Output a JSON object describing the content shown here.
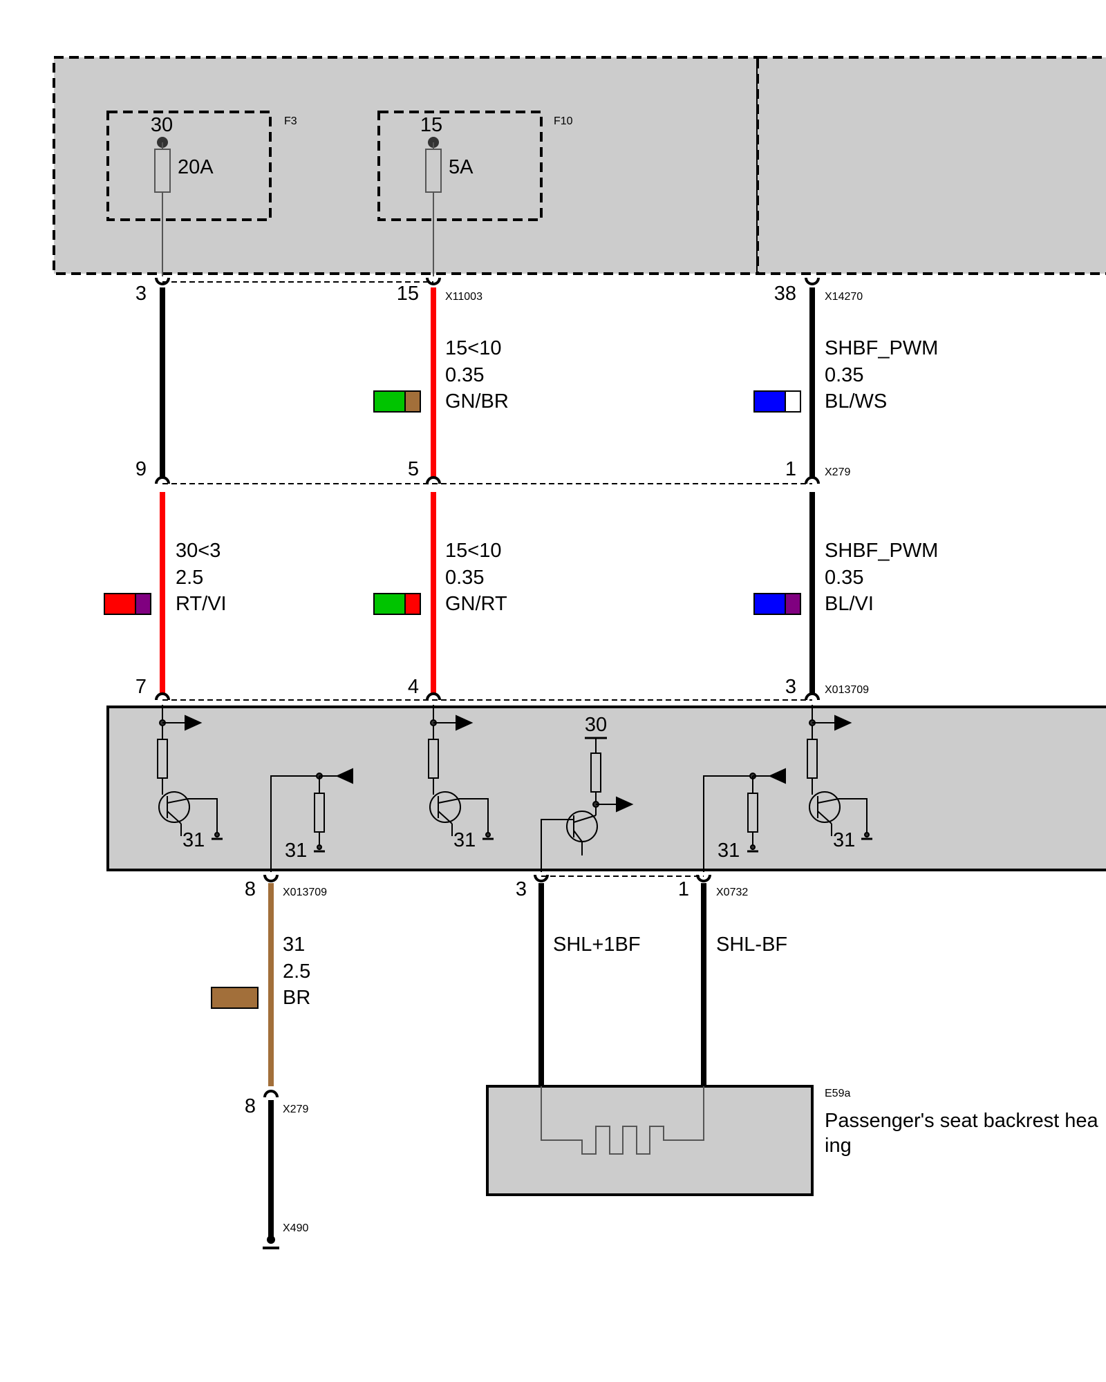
{
  "fuse_box": {
    "fuses": [
      {
        "ref": "F3",
        "terminal": "30",
        "rating": "20A"
      },
      {
        "ref": "F10",
        "terminal": "15",
        "rating": "5A"
      }
    ]
  },
  "connectors": {
    "x11003": "X11003",
    "x14270": "X14270",
    "x279": "X279",
    "x013709": "X013709",
    "x0732": "X0732",
    "x490": "X490"
  },
  "pins": {
    "top": [
      "3",
      "15",
      "38"
    ],
    "middle": [
      "9",
      "5",
      "1"
    ],
    "module": [
      "7",
      "4",
      "3"
    ],
    "bottom": [
      "8",
      "3",
      "1"
    ],
    "ground": "8"
  },
  "wires": {
    "w15_top": {
      "circuit": "15<10",
      "size": "0.35",
      "color_code": "GN/BR",
      "colors": [
        "#00c400",
        "#a26f3a"
      ]
    },
    "w38_top": {
      "circuit": "SHBF_PWM",
      "size": "0.35",
      "color_code": "BL/WS",
      "colors": [
        "#0000ff",
        "#ffffff"
      ]
    },
    "w7": {
      "circuit": "30<3",
      "size": "2.5",
      "color_code": "RT/VI",
      "colors": [
        "#ff0000",
        "#800080"
      ]
    },
    "w4": {
      "circuit": "15<10",
      "size": "0.35",
      "color_code": "GN/RT",
      "colors": [
        "#00c400",
        "#ff0000"
      ]
    },
    "w3": {
      "circuit": "SHBF_PWM",
      "size": "0.35",
      "color_code": "BL/VI",
      "colors": [
        "#0000ff",
        "#800080"
      ]
    },
    "w8": {
      "circuit": "31",
      "size": "2.5",
      "color_code": "BR",
      "colors": [
        "#a26f3a"
      ]
    },
    "shl_plus": {
      "circuit": "SHL+1BF"
    },
    "shl_minus": {
      "circuit": "SHL-BF"
    }
  },
  "module": {
    "ground_label": "31",
    "supply_label": "30"
  },
  "component": {
    "ref": "E59a",
    "name_line1": "Passenger's seat backrest hea",
    "name_line2": "ing"
  },
  "colors": {
    "box_fill": "#cccccc",
    "wire_black": "#000000",
    "wire_red": "#ff0000",
    "wire_brown": "#a26f3a"
  }
}
